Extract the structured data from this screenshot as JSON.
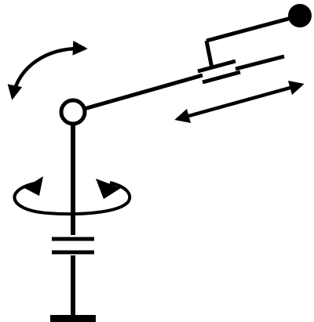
{
  "diagram": {
    "subject": "robot-arm-kinematics",
    "line_color": "#000000",
    "fill_color": "#ffffff",
    "background": "#ffffff",
    "joints": [
      {
        "name": "base-rotation",
        "type": "revolute",
        "icon": "circular-arrow-icon"
      },
      {
        "name": "shoulder",
        "type": "revolute",
        "icon": "curved-double-arrow-icon"
      },
      {
        "name": "extension",
        "type": "prismatic",
        "icon": "double-arrow-icon"
      }
    ],
    "links": [
      {
        "name": "column"
      },
      {
        "name": "upper-arm"
      },
      {
        "name": "telescoping-forearm"
      },
      {
        "name": "end-effector-arm"
      }
    ]
  }
}
